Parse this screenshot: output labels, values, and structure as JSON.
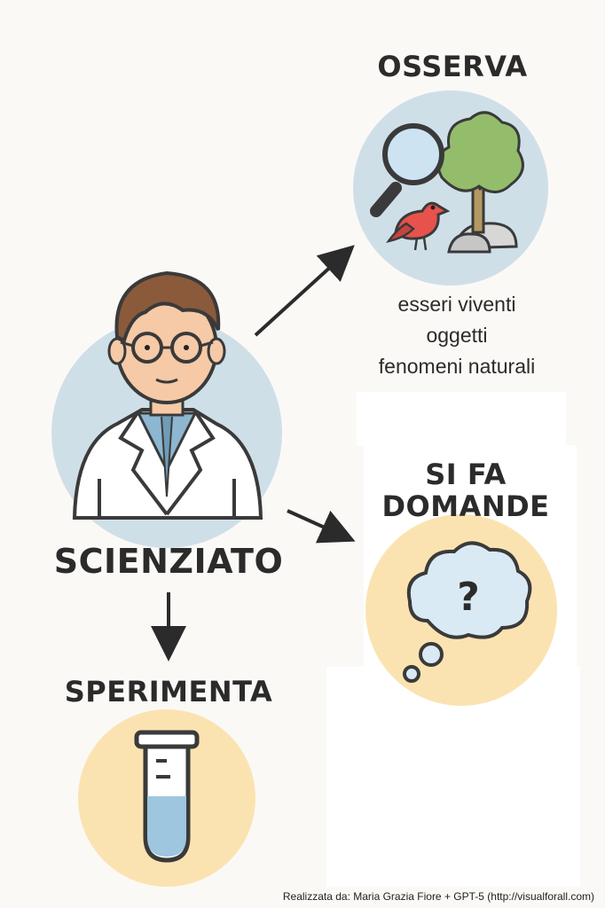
{
  "nodes": {
    "center": {
      "label": "SCIENZIATO"
    },
    "observe": {
      "label": "OSSERVA",
      "items": [
        "esseri viventi",
        "oggetti",
        "fenomeni naturali"
      ]
    },
    "question": {
      "label_lines": [
        "SI FA",
        "DOMANDE"
      ],
      "symbol": "?"
    },
    "experiment": {
      "label": "SPERIMENTA"
    }
  },
  "icons": {
    "observe": [
      "magnifier-icon",
      "tree-icon",
      "bird-icon",
      "rocks-icon"
    ],
    "question": "thought-bubble-icon",
    "experiment": "test-tube-icon",
    "center": "scientist-icon"
  },
  "colors": {
    "blue_circle": "#cfdfe8",
    "yellow_circle": "#fbe3b1",
    "text": "#2b2b2b"
  },
  "credit": "Realizzata da: Maria Grazia Fiore + GPT-5 (http://visualforall.com)"
}
